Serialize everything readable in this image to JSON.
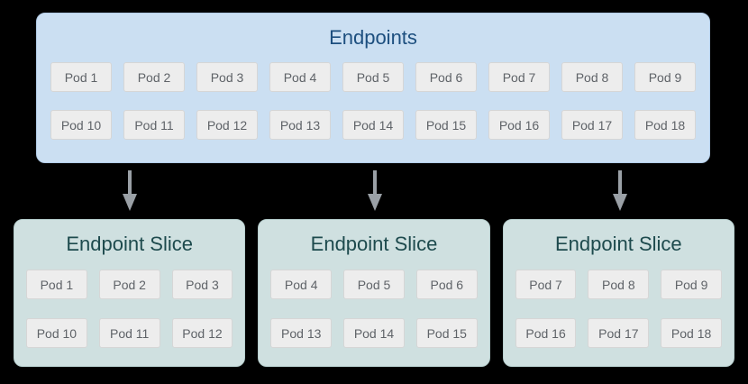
{
  "colors": {
    "page_bg": "#000000",
    "endpoints_bg": "#cbdff2",
    "endpoints_border": "#b3cde8",
    "endpoints_title": "#1d4f7f",
    "slice_bg": "#cfe0e0",
    "slice_border": "#b7cfce",
    "slice_title": "#1d4a4d",
    "pod_bg": "#ededed",
    "pod_border": "#d6d6d6",
    "pod_text": "#5f6368",
    "arrow": "#9aa0a6"
  },
  "endpoints": {
    "title": "Endpoints",
    "rows": [
      [
        "Pod 1",
        "Pod 2",
        "Pod 3",
        "Pod 4",
        "Pod 5",
        "Pod 6",
        "Pod 7",
        "Pod 8",
        "Pod 9"
      ],
      [
        "Pod 10",
        "Pod 11",
        "Pod 12",
        "Pod 13",
        "Pod 14",
        "Pod 15",
        "Pod 16",
        "Pod 17",
        "Pod 18"
      ]
    ]
  },
  "slices": [
    {
      "title": "Endpoint Slice",
      "rows": [
        [
          "Pod 1",
          "Pod 2",
          "Pod 3"
        ],
        [
          "Pod 10",
          "Pod 11",
          "Pod 12"
        ]
      ]
    },
    {
      "title": "Endpoint Slice",
      "rows": [
        [
          "Pod 4",
          "Pod 5",
          "Pod 6"
        ],
        [
          "Pod 13",
          "Pod 14",
          "Pod 15"
        ]
      ]
    },
    {
      "title": "Endpoint Slice",
      "rows": [
        [
          "Pod 7",
          "Pod 8",
          "Pod 9"
        ],
        [
          "Pod 16",
          "Pod 17",
          "Pod 18"
        ]
      ]
    }
  ]
}
